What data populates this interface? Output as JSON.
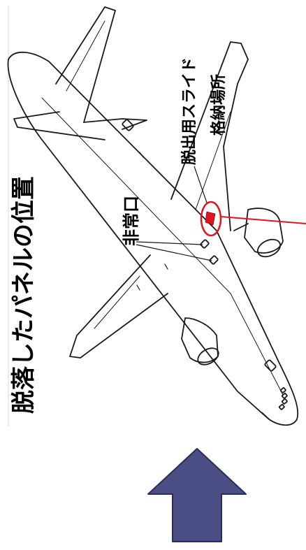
{
  "labels": {
    "title": "脱落したパネルの位置",
    "emergency_exit": "非常口",
    "slide_line1": "脱出用スライド",
    "slide_line2": "格納場所"
  },
  "colors": {
    "highlight": "#e0141e",
    "arrow_fill": "#4b4e84",
    "arrow_stroke": "#2a2d5c",
    "outline": "#1a1a1a"
  },
  "icons": {
    "arrow": "up-arrow-icon"
  }
}
